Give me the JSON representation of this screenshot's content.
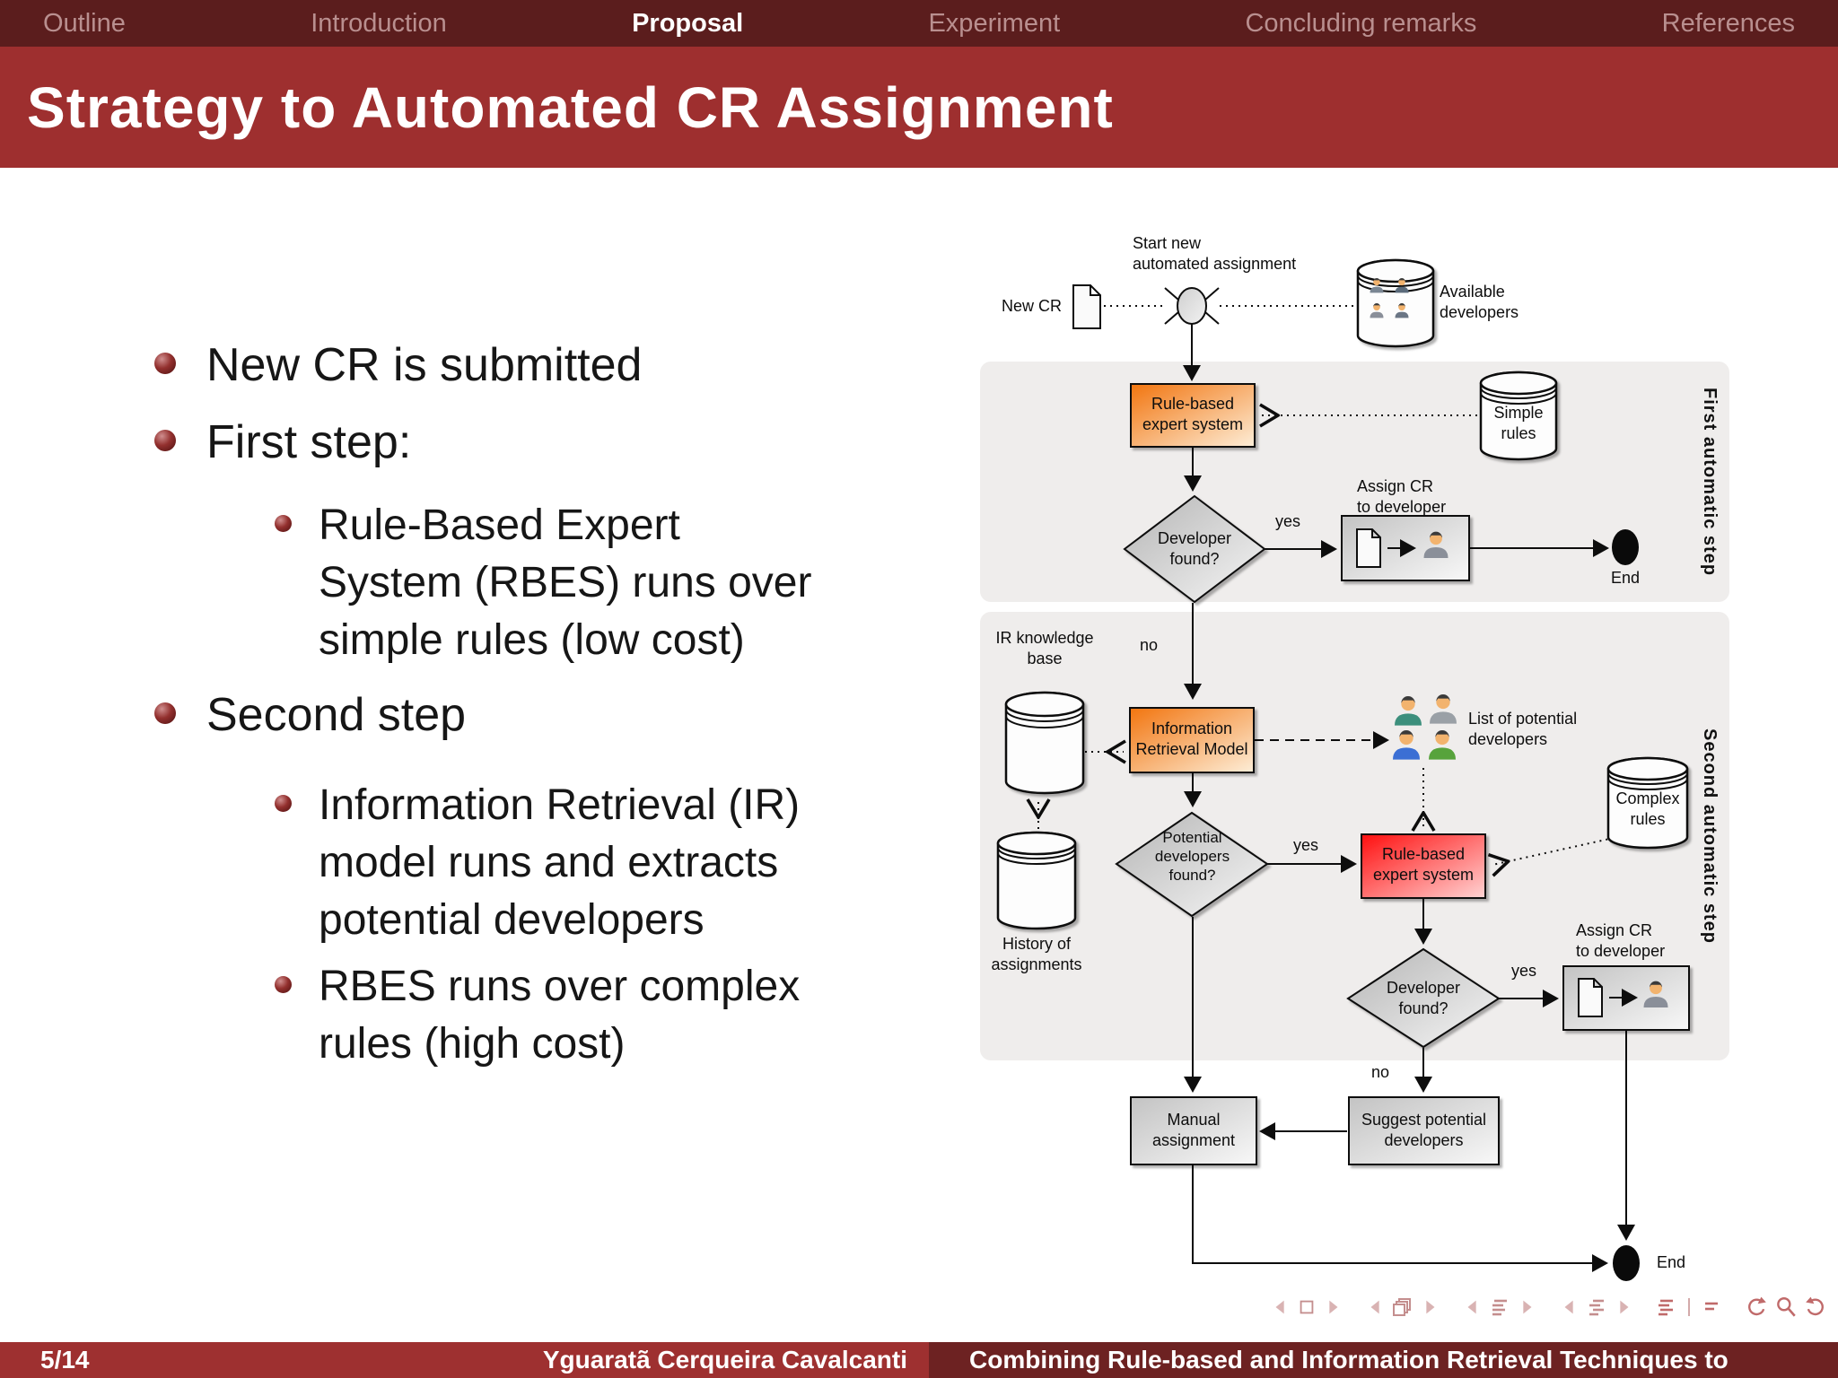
{
  "colors": {
    "navbar_bg": "#5b1d1d",
    "titlebar_bg": "#9e2f2f",
    "footer_left_bg": "#9e3030",
    "footer_right_bg": "#6d2222",
    "panel_gray": "#efedec",
    "orange_node": "#f5821f",
    "red_node": "#ff1414",
    "nav_symbol": "#c48e8e",
    "bullet_ball": "#93302e"
  },
  "navbar": {
    "active": "Proposal",
    "items": [
      {
        "label": "Outline"
      },
      {
        "label": "Introduction"
      },
      {
        "label": "Proposal"
      },
      {
        "label": "Experiment"
      },
      {
        "label": "Concluding remarks"
      },
      {
        "label": "References"
      }
    ]
  },
  "header": {
    "title": "Strategy to Automated CR Assignment"
  },
  "bullets": {
    "items": [
      {
        "level": 1,
        "text": "New CR is submitted"
      },
      {
        "level": 1,
        "text": "First step:"
      },
      {
        "level": 2,
        "text": "Rule-Based Expert\nSystem (RBES) runs over\nsimple rules (low cost)"
      },
      {
        "level": 1,
        "text": "Second step"
      },
      {
        "level": 2,
        "text": "Information Retrieval (IR)\nmodel runs and extracts\npotential developers"
      },
      {
        "level": 2,
        "text": "RBES runs over complex\nrules (high cost)"
      }
    ]
  },
  "diagram": {
    "start_label": "Start new\nautomated assignment",
    "new_cr": "New CR",
    "available_developers": "Available\ndevelopers",
    "rbes1": "Rule-based\nexpert system",
    "simple_rules": "Simple\nrules",
    "developer_found1": "Developer\nfound?",
    "assign_cr1": "Assign CR\nto developer",
    "end": "End",
    "ir_knowledge_base": "IR knowledge\nbase",
    "information_retrieval_model": "Information\nRetrieval Model",
    "list_of_potential_developers": "List of potential\ndevelopers",
    "complex_rules": "Complex\nrules",
    "potential_developers_found": "Potential\ndevelopers\nfound?",
    "rbes2": "Rule-based\nexpert system",
    "developer_found2": "Developer\nfound?",
    "assign_cr2": "Assign CR\nto developer",
    "history_of_assignments": "History of\nassignments",
    "manual_assignment": "Manual\nassignment",
    "suggest_potential_developers": "Suggest potential\ndevelopers",
    "first_step_label": "First automatic step",
    "second_step_label": "Second automatic step",
    "yes": "yes",
    "no": "no"
  },
  "footer": {
    "page": "5/14",
    "author": "Yguaratã Cerqueira Cavalcanti",
    "paper_title": "Combining Rule-based and Information Retrieval Techniques to"
  }
}
